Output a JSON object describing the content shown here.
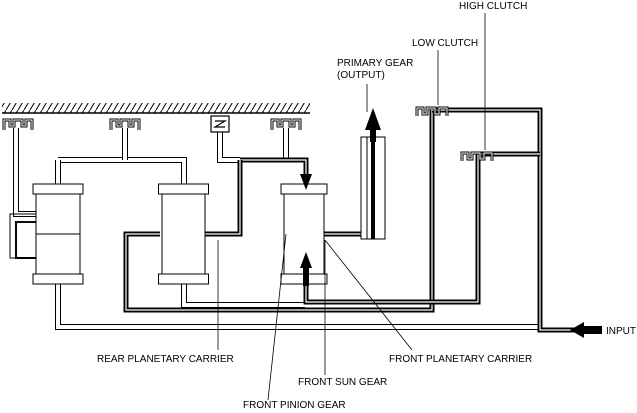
{
  "labels": {
    "high_clutch": "HIGH CLUTCH",
    "low_clutch": "LOW CLUTCH",
    "primary_gear_1": "PRIMARY GEAR",
    "primary_gear_2": "(OUTPUT)",
    "input": "INPUT",
    "rear_planetary_carrier": "REAR PLANETARY CARRIER",
    "front_planetary_carrier": "FRONT PLANETARY CARRIER",
    "front_sun_gear": "FRONT SUN GEAR",
    "front_pinion_gear": "FRONT PINION GEAR"
  },
  "colors": {
    "ink": "#000000",
    "paper": "#ffffff"
  }
}
